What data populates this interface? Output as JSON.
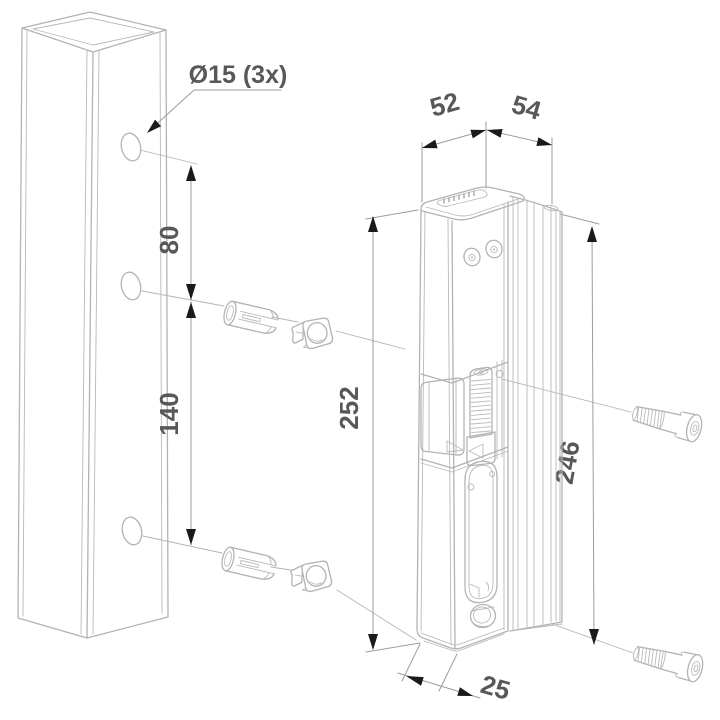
{
  "drawing": {
    "type": "isometric-assembly-diagram",
    "annotations": {
      "hole_diameter": "Ø15 (3x)",
      "hole_spacing_upper": "80",
      "hole_spacing_lower": "140",
      "body_height": "252",
      "rail_height": "246",
      "body_width": "52",
      "body_depth": "54",
      "bottom_offset": "25"
    },
    "dimension_values": {
      "hole_diameter_mm": 15,
      "hole_count": 3,
      "hole_spacing_upper_mm": 80,
      "hole_spacing_lower_mm": 140,
      "body_height_mm": 252,
      "rail_height_mm": 246,
      "body_width_mm": 52,
      "body_depth_mm": 54,
      "bottom_offset_mm": 25
    },
    "colors": {
      "background": "#ffffff",
      "geometry_lines": "#b3b3b3",
      "dimension_lines": "#9c9c9c",
      "arrows": "#1a1a1a",
      "text": "#585858"
    }
  }
}
